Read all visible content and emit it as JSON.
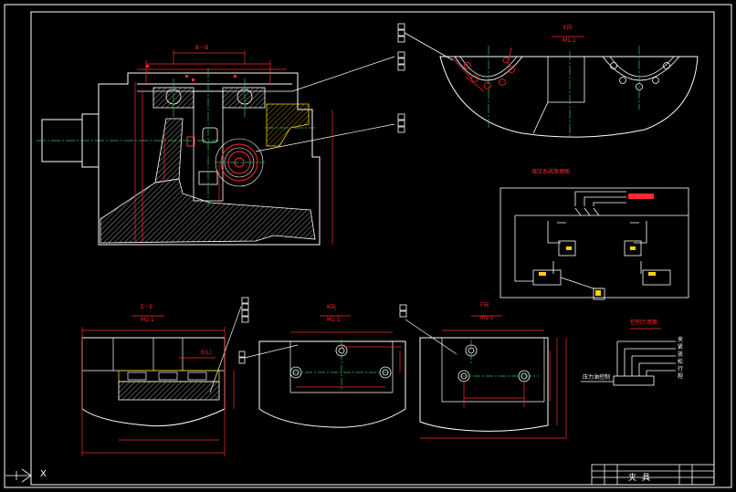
{
  "section_labels": {
    "b_b": "B－B",
    "e_view": "E向",
    "e_scale": "M1:1",
    "e_e": "E－E",
    "e_e_scale": "M1:1",
    "k_view": "K向",
    "k_scale": "M1:1",
    "f_view": "F向",
    "f_scale": "M1:1",
    "hydraulic_schematic": "液压系统原理图",
    "control_schematic": "控制示意图",
    "detail_e": "E(L)"
  },
  "control_legend": [
    "夹",
    "紧",
    "放",
    "松",
    "行",
    "程"
  ],
  "control_input": "压力油控制",
  "title_block": {
    "title": "夹具"
  },
  "ucs": {
    "x_axis": "X"
  },
  "colors": {
    "outline": "#ffffff",
    "dimension": "#ff2a2a",
    "centerline": "#22c55e",
    "hatch": "#ffffff",
    "accent": "#ffd400",
    "paper": "#000000"
  }
}
